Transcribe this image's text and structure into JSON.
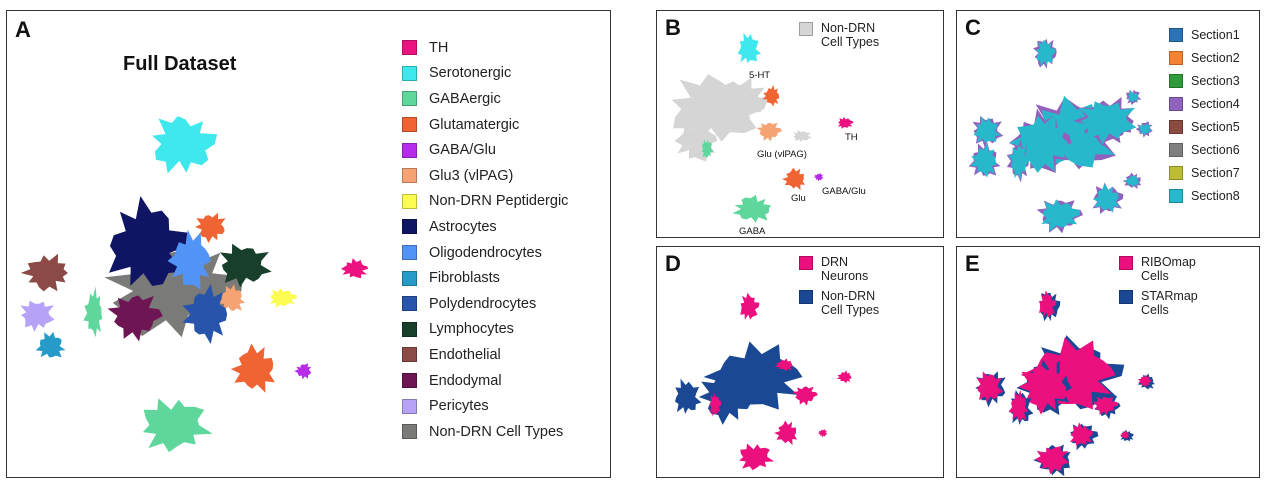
{
  "chart_data": [
    {
      "panel": "A",
      "type": "scatter",
      "title": "Full Dataset",
      "legend": [
        {
          "name": "TH",
          "color": "#ec1380"
        },
        {
          "name": "Serotonergic",
          "color": "#3ee8ec"
        },
        {
          "name": "GABAergic",
          "color": "#5ed69c"
        },
        {
          "name": "Glutamatergic",
          "color": "#f06434"
        },
        {
          "name": "GABA/Glu",
          "color": "#b62ce8"
        },
        {
          "name": "Glu3 (vlPAG)",
          "color": "#f5a373"
        },
        {
          "name": "Non-DRN Peptidergic",
          "color": "#fbfb52"
        },
        {
          "name": "Astrocytes",
          "color": "#0f1463"
        },
        {
          "name": "Oligodendrocytes",
          "color": "#5294f5"
        },
        {
          "name": "Fibroblasts",
          "color": "#279bc8"
        },
        {
          "name": "Polydendrocytes",
          "color": "#2855ab"
        },
        {
          "name": "Lymphocytes",
          "color": "#173f2b"
        },
        {
          "name": "Endothelial",
          "color": "#8b4a46"
        },
        {
          "name": "Endodymal",
          "color": "#6e1553"
        },
        {
          "name": "Pericytes",
          "color": "#b6a3f5"
        },
        {
          "name": "Non-DRN Cell Types",
          "color": "#7a7b78"
        }
      ]
    },
    {
      "panel": "B",
      "type": "scatter",
      "legend": [
        {
          "name": "Non-DRN Cell Types",
          "color": "#d5d5d5"
        }
      ],
      "annotations": [
        "5-HT",
        "TH",
        "Glu (vlPAG)",
        "Glu",
        "GABA/Glu",
        "GABA"
      ]
    },
    {
      "panel": "C",
      "type": "scatter",
      "legend": [
        {
          "name": "Section1",
          "color": "#2c73b5"
        },
        {
          "name": "Section2",
          "color": "#f58232"
        },
        {
          "name": "Section3",
          "color": "#2f9a3a"
        },
        {
          "name": "Section4",
          "color": "#9162bd"
        },
        {
          "name": "Section5",
          "color": "#8b4b40"
        },
        {
          "name": "Section6",
          "color": "#7f7f7f"
        },
        {
          "name": "Section7",
          "color": "#bcbc32"
        },
        {
          "name": "Section8",
          "color": "#27b9cb"
        }
      ]
    },
    {
      "panel": "D",
      "type": "scatter",
      "legend": [
        {
          "name": "DRN Neurons",
          "color": "#ec0f7e"
        },
        {
          "name": "Non-DRN Cell Types",
          "color": "#1a4895"
        }
      ]
    },
    {
      "panel": "E",
      "type": "scatter",
      "legend": [
        {
          "name": "RIBOmap Cells",
          "color": "#ec0f7e"
        },
        {
          "name": "STARmap Cells",
          "color": "#1a4895"
        }
      ]
    }
  ]
}
